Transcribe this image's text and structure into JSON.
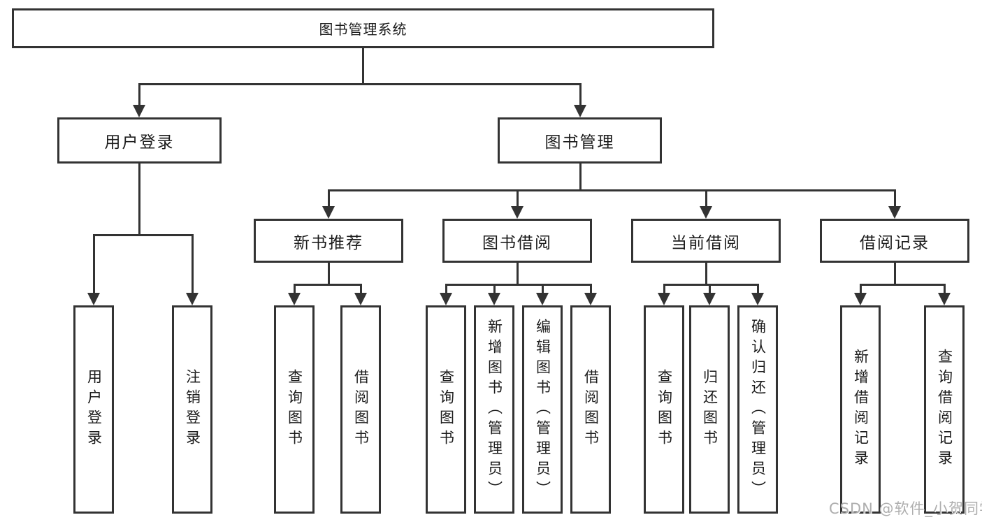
{
  "diagram": {
    "type": "hierarchy-tree",
    "colors": {
      "line": "#333333",
      "box_border": "#333333",
      "box_fill": "#ffffff",
      "text": "#1c1c1c",
      "watermark": "#aeaeae",
      "background": "#ffffff"
    },
    "watermark": "CSDN @软件_小贺同学"
  },
  "tree": {
    "label": "图书管理系统",
    "children": [
      {
        "label": "用户登录",
        "children": [
          {
            "label": "用户登录"
          },
          {
            "label": "注销登录"
          }
        ]
      },
      {
        "label": "图书管理",
        "children": [
          {
            "label": "新书推荐",
            "children": [
              {
                "label": "查询图书"
              },
              {
                "label": "借阅图书"
              }
            ]
          },
          {
            "label": "图书借阅",
            "children": [
              {
                "label": "查询图书"
              },
              {
                "label": "新增图书（管理员）"
              },
              {
                "label": "编辑图书（管理员）"
              },
              {
                "label": "借阅图书"
              }
            ]
          },
          {
            "label": "当前借阅",
            "children": [
              {
                "label": "查询图书"
              },
              {
                "label": "归还图书"
              },
              {
                "label": "确认归还（管理员）"
              }
            ]
          },
          {
            "label": "借阅记录",
            "children": [
              {
                "label": "新增借阅记录"
              },
              {
                "label": "查询借阅记录"
              }
            ]
          }
        ]
      }
    ]
  }
}
